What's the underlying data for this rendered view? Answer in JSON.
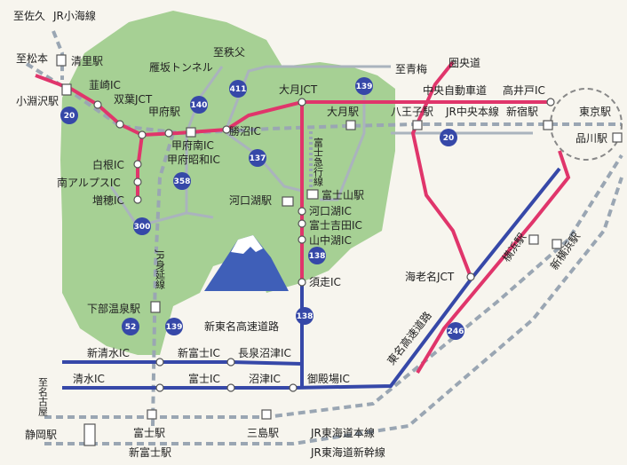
{
  "map": {
    "green_area_color": "#9ccc8a",
    "expressway_color": "#e0356b",
    "tokai_expressway_color": "#3648a8",
    "rail_color": "#9aa6b3",
    "places": {
      "saku": "至佐久",
      "koumi": "JR小海線",
      "matsumoto": "至松本",
      "kobuchizawa": "小淵沢駅",
      "kiyosato": "清里駅",
      "chichibu": "至秩父",
      "karisaka": "雁坂トンネル",
      "ome": "至青梅",
      "kenodo": "圏央道",
      "nirasaki": "韮崎IC",
      "futaba": "双葉JCT",
      "kofu_st": "甲府駅",
      "kofu_minami": "甲府南IC",
      "kofu_showa": "甲府昭和IC",
      "katsunuma": "勝沼IC",
      "otsuki_jct": "大月JCT",
      "otsuki_st": "大月駅",
      "hachioji": "八王子駅",
      "chuo_exp": "中央自動車道",
      "takaido": "高井戸IC",
      "jr_chuo": "JR中央本線",
      "shinjuku": "新宿駅",
      "tokyo": "東京駅",
      "shinagawa": "品川駅",
      "fujikyu": "富士急行線",
      "shirane": "白根IC",
      "minami_alps": "南アルプスIC",
      "masuho": "増穂IC",
      "kawaguchiko_st": "河口湖駅",
      "fujisan_st": "富士山駅",
      "kawaguchiko_ic": "河口湖IC",
      "fujiyoshida": "富士吉田IC",
      "yamanakako": "山中湖IC",
      "subashiri": "須走IC",
      "minobu": "JR身延線",
      "shimobe": "下部温泉駅",
      "ebina": "海老名JCT",
      "tomei": "東名高速道路",
      "yokohama": "横浜駅",
      "shinyokohama": "新横浜駅",
      "shin_tomei": "新東名高速道路",
      "shin_shimizu": "新清水IC",
      "shin_fuji": "新富士IC",
      "nagaizumi": "長泉沼津IC",
      "shimizu": "清水IC",
      "fuji_ic": "富士IC",
      "numazu": "沼津IC",
      "gotemba": "御殿場IC",
      "nagoya": "至名古屋",
      "shizuoka": "静岡駅",
      "fuji_st": "富士駅",
      "mishima": "三島駅",
      "tokaido_main": "JR東海道本線",
      "shinfuji_st": "新富士駅",
      "shinkansen": "JR東海道新幹線"
    },
    "route_shields": {
      "r411": "411",
      "r139a": "139",
      "r140": "140",
      "r20a": "20",
      "r20b": "20",
      "r137": "137",
      "r358": "358",
      "r300": "300",
      "r138a": "138",
      "r138b": "138",
      "r52": "52",
      "r139b": "139",
      "r246": "246"
    }
  }
}
